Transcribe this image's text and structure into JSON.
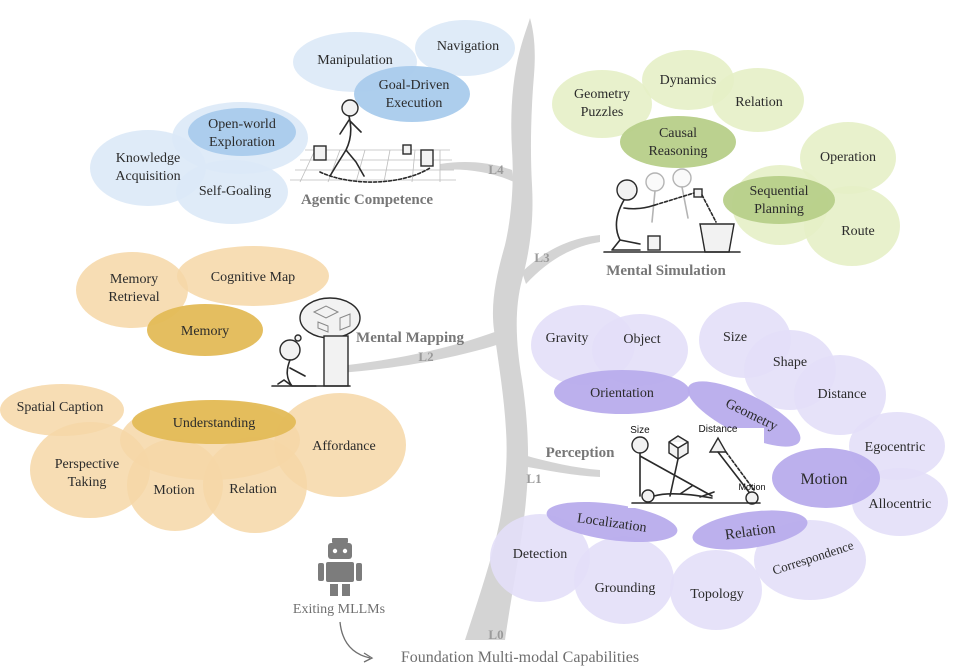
{
  "colors": {
    "blue_petal": "#dbe9f7",
    "blue_core": "#a9cbec",
    "green_petal": "#e6f0c6",
    "green_core": "#b7cf89",
    "orange_petal": "#f6d7a7",
    "orange_core": "#e3bb57",
    "purple_petal": "#e3dff8",
    "purple_core": "#b8acec",
    "trunk": "#d4d4d4"
  },
  "levels": {
    "l0": "L0",
    "l1": "L1",
    "l2": "L2",
    "l3": "L3",
    "l4": "L4"
  },
  "groups": {
    "agentic": "Agentic Competence",
    "mental_simulation": "Mental Simulation",
    "mental_mapping": "Mental Mapping",
    "perception": "Perception"
  },
  "agentic": {
    "manipulation": "Manipulation",
    "navigation": "Navigation",
    "goal_driven_1": "Goal-Driven",
    "goal_driven_2": "Execution",
    "open_world_1": "Open-world",
    "open_world_2": "Exploration",
    "knowledge_1": "Knowledge",
    "knowledge_2": "Acquisition",
    "self_goaling": "Self-Goaling"
  },
  "simulation": {
    "geometry_1": "Geometry",
    "geometry_2": "Puzzles",
    "dynamics": "Dynamics",
    "relation": "Relation",
    "causal_1": "Causal",
    "causal_2": "Reasoning",
    "operation": "Operation",
    "sequential_1": "Sequential",
    "sequential_2": "Planning",
    "route": "Route"
  },
  "mapping": {
    "memory_ret_1": "Memory",
    "memory_ret_2": "Retrieval",
    "cognitive_map": "Cognitive Map",
    "memory": "Memory",
    "spatial_caption": "Spatial Caption",
    "understanding": "Understanding",
    "perspective_1": "Perspective",
    "perspective_2": "Taking",
    "motion": "Motion",
    "relation": "Relation",
    "affordance": "Affordance"
  },
  "perception": {
    "gravity": "Gravity",
    "object": "Object",
    "orientation": "Orientation",
    "size": "Size",
    "shape": "Shape",
    "distance": "Distance",
    "geometry": "Geometry",
    "egocentric": "Egocentric",
    "motion": "Motion",
    "allocentric": "Allocentric",
    "localization": "Localization",
    "relation": "Relation",
    "correspondence": "Correspondence",
    "detection": "Detection",
    "grounding": "Grounding",
    "topology": "Topology",
    "icon_size": "Size",
    "icon_distance": "Distance",
    "icon_motion": "Motion"
  },
  "bottom": {
    "existing_mllms": "Exiting MLLMs",
    "foundation": "Foundation Multi-modal Capabilities"
  },
  "icons": {
    "robot": "robot-icon",
    "walking_agent": "walking-agent-icon",
    "kneeling_child": "kneeling-child-icon",
    "sitting_child": "sitting-child-thinking-icon",
    "lying_child": "lying-child-perception-icon"
  }
}
